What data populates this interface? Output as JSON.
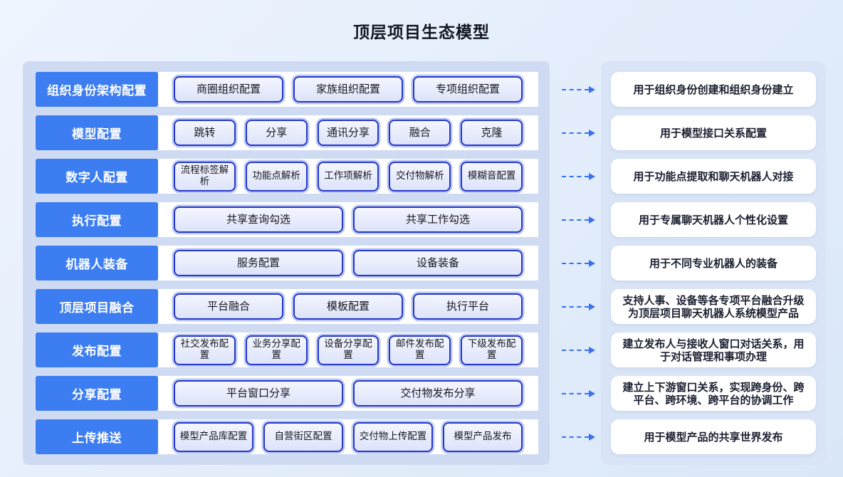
{
  "title": "顶层项目生态模型",
  "colors": {
    "label_blue": "#3d7df2",
    "box_border_blue": "#2537c8",
    "arrow_blue": "#3a6ff0",
    "left_panel_bg": "#cedbf2",
    "right_panel_bg": "#d9e5f6"
  },
  "rows": [
    {
      "label": "组织身份架构配置",
      "boxes": [
        "商圈组织配置",
        "家族组织配置",
        "专项组织配置"
      ],
      "desc": "用于组织身份创建和组织身份建立"
    },
    {
      "label": "模型配置",
      "boxes": [
        "跳转",
        "分享",
        "通讯分享",
        "融合",
        "克隆"
      ],
      "desc": "用于模型接口关系配置"
    },
    {
      "label": "数字人配置",
      "boxes": [
        "流程标签解析",
        "功能点解析",
        "工作项解析",
        "交付物解析",
        "模糊音配置"
      ],
      "desc": "用于功能点提取和聊天机器人对接"
    },
    {
      "label": "执行配置",
      "boxes": [
        "共享查询勾选",
        "共享工作勾选"
      ],
      "desc": "用于专属聊天机器人个性化设置"
    },
    {
      "label": "机器人装备",
      "boxes": [
        "服务配置",
        "设备装备"
      ],
      "desc": "用于不同专业机器人的装备"
    },
    {
      "label": "顶层项目融合",
      "boxes": [
        "平台融合",
        "模板配置",
        "执行平台"
      ],
      "desc": "支持人事、设备等各专项平台融合升级为顶层项目聊天机器人系统模型产品"
    },
    {
      "label": "发布配置",
      "boxes": [
        "社交发布配置",
        "业务分享配置",
        "设备分享配置",
        "邮件发布配置",
        "下级发布配置"
      ],
      "desc": "建立发布人与接收人窗口对话关系，用于对话管理和事项办理"
    },
    {
      "label": "分享配置",
      "boxes": [
        "平台窗口分享",
        "交付物发布分享"
      ],
      "desc": "建立上下游窗口关系，实现跨身份、跨平台、跨环境、跨平台的协调工作"
    },
    {
      "label": "上传推送",
      "boxes": [
        "模型产品库配置",
        "自营街区配置",
        "交付物上传配置",
        "模型产品发布"
      ],
      "desc": "用于模型产品的共享世界发布"
    }
  ]
}
